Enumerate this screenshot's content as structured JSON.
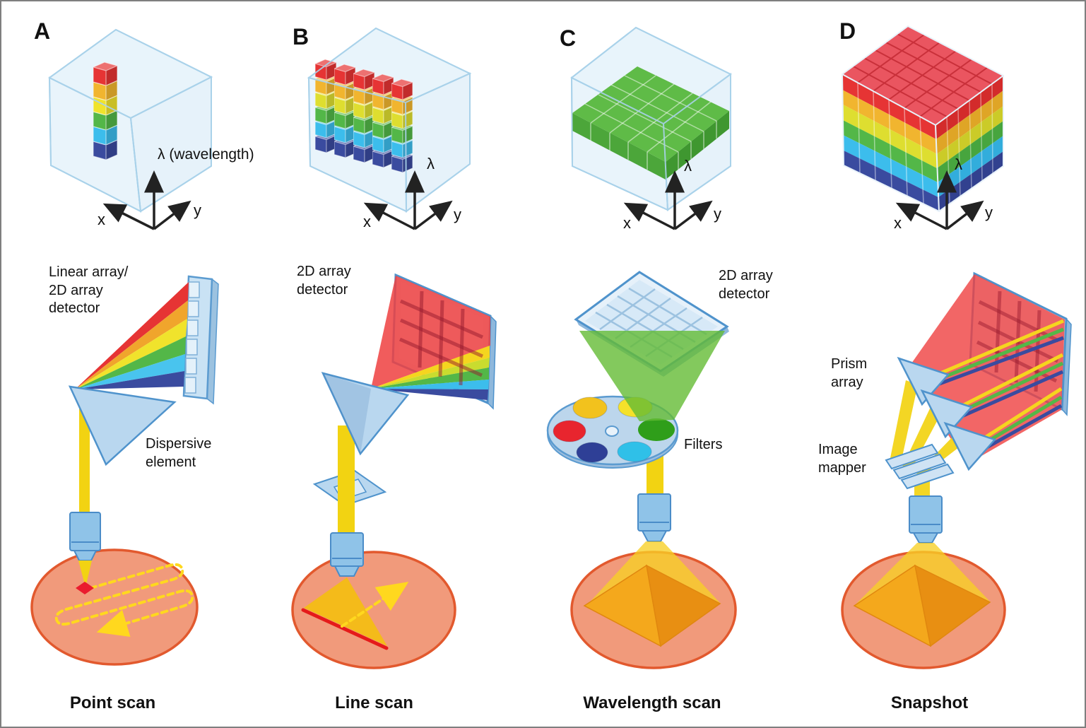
{
  "panels": [
    {
      "letter": "A",
      "caption": "Point scan",
      "axes": {
        "lambda": "λ (wavelength)",
        "x": "x",
        "y": "y"
      },
      "labels": {
        "detector": "Linear array/\n2D array\ndetector",
        "dispersive": "Dispersive\nelement"
      }
    },
    {
      "letter": "B",
      "caption": "Line scan",
      "axes": {
        "lambda": "λ",
        "x": "x",
        "y": "y"
      },
      "labels": {
        "detector": "2D array\ndetector"
      }
    },
    {
      "letter": "C",
      "caption": "Wavelength scan",
      "axes": {
        "lambda": "λ",
        "x": "x",
        "y": "y"
      },
      "labels": {
        "detector": "2D array\ndetector",
        "filters": "Filters"
      }
    },
    {
      "letter": "D",
      "caption": "Snapshot",
      "axes": {
        "lambda": "λ",
        "x": "x",
        "y": "y"
      },
      "labels": {
        "prism_array": "Prism\narray",
        "image_mapper": "Image\nmapper"
      }
    }
  ],
  "colors": {
    "spectrum": [
      "#e63434",
      "#f1b52f",
      "#e3df2e",
      "#53b748",
      "#3cbdec",
      "#3a4b9f"
    ],
    "cube_glass": "#e3f1fa",
    "cube_edge": "#a9d2ea",
    "sample_fill": "#f19a7b",
    "sample_edge": "#e2592e",
    "beam_yellow": "#f2d312",
    "optic_fill": "#b9d7ef",
    "optic_edge": "#4f93cc",
    "cone_green": "#64bb35",
    "pyramid_left": "#f4a81c",
    "pyramid_right": "#e88f12",
    "fan_red": "#ef4040"
  }
}
